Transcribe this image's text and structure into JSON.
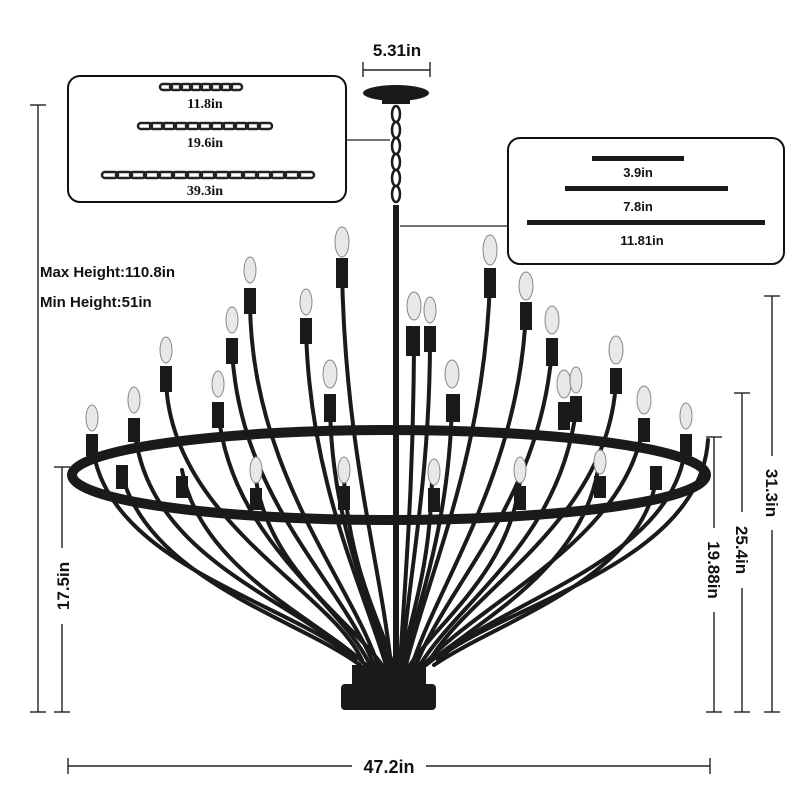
{
  "colors": {
    "metal": "#1a1a1a",
    "line": "#222222",
    "background": "#ffffff"
  },
  "canopy": {
    "width_label": "5.31in"
  },
  "chain_options": [
    "11.8in",
    "19.6in",
    "39.3in"
  ],
  "rod_options": [
    "3.9in",
    "7.8in",
    "11.81in"
  ],
  "heights": {
    "max": "Max Height:110.8in",
    "min": "Min Height:51in"
  },
  "dimensions": {
    "overall_width": "47.2in",
    "left_height": "17.5in",
    "body_height_1": "19.88in",
    "body_height_2": "25.4in",
    "body_height_3": "31.3in"
  }
}
